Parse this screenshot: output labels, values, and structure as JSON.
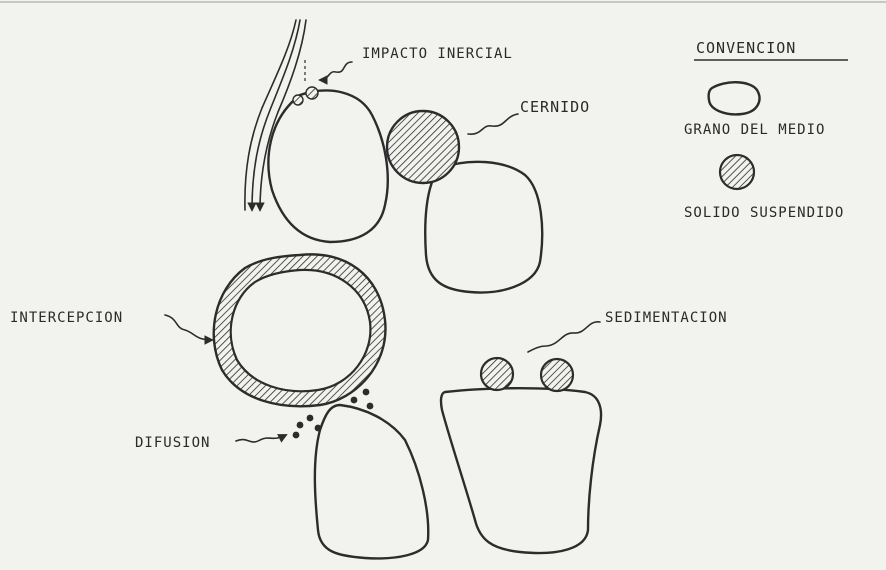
{
  "labels": {
    "impacto_inercial": "IMPACTO INERCIAL",
    "cernido": "CERNIDO",
    "intercepcion": "INTERCEPCION",
    "difusion": "DIFUSION",
    "sedimentacion": "SEDIMENTACION"
  },
  "legend": {
    "title": "CONVENCION",
    "grain_label": "GRANO DEL MEDIO",
    "solid_label": "SOLIDO SUSPENDIDO"
  },
  "colors": {
    "ink": "#2c2c2c",
    "paper": "#f2f2ef"
  }
}
